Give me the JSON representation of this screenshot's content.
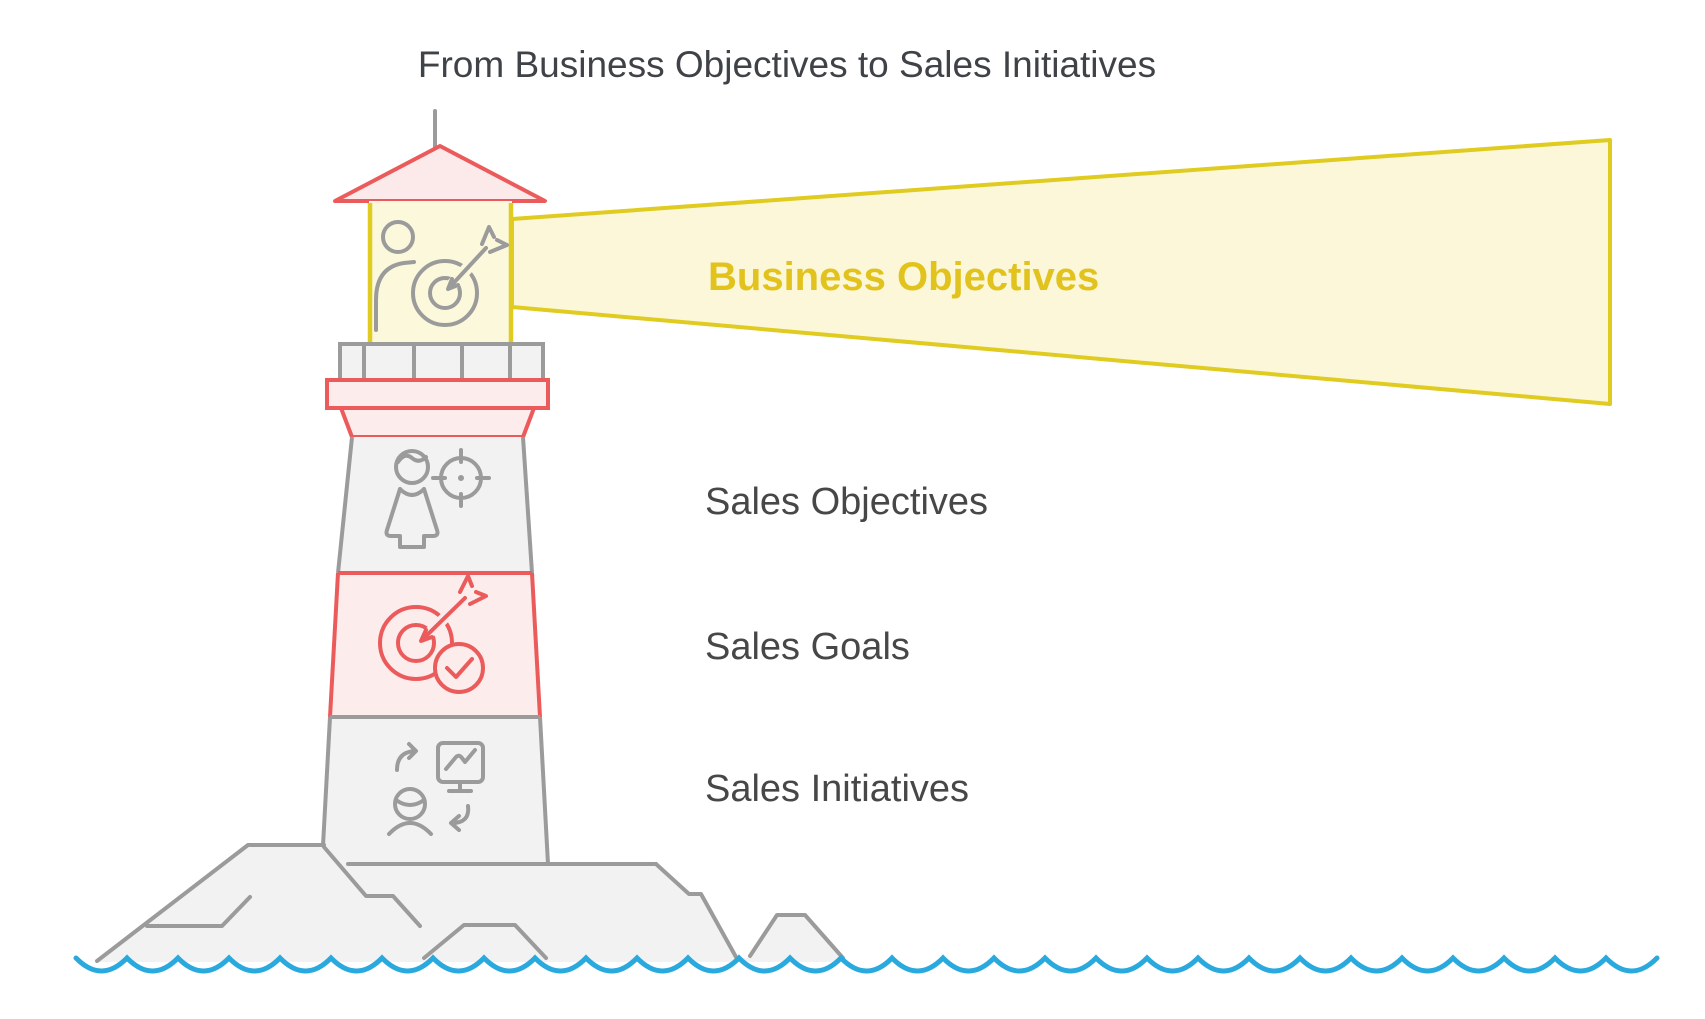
{
  "page": {
    "title": "From Business Objectives to Sales Initiatives"
  },
  "beam": {
    "label": "Business Objectives"
  },
  "lantern": {
    "icon": "person-target-icon"
  },
  "tower_levels": [
    {
      "label": "Sales Objectives",
      "icon": "woman-crosshair-icon",
      "theme": "gray"
    },
    {
      "label": "Sales Goals",
      "icon": "target-arrow-check-icon",
      "theme": "red"
    },
    {
      "label": "Sales Initiatives",
      "icon": "strategy-cycle-icon",
      "theme": "gray"
    }
  ],
  "colors": {
    "red_stroke": "#EC5B5B",
    "pink_fill": "#FDECEC",
    "gray_stroke": "#9B9B9B",
    "gray_fill": "#F2F2F2",
    "yellow_stroke": "#E0CB20",
    "yellow_fill": "#FBF7D8",
    "gold_text": "#E2C31D",
    "title_text": "#3F4347",
    "label_text": "#474747",
    "water_blue": "#2AA9DF"
  }
}
